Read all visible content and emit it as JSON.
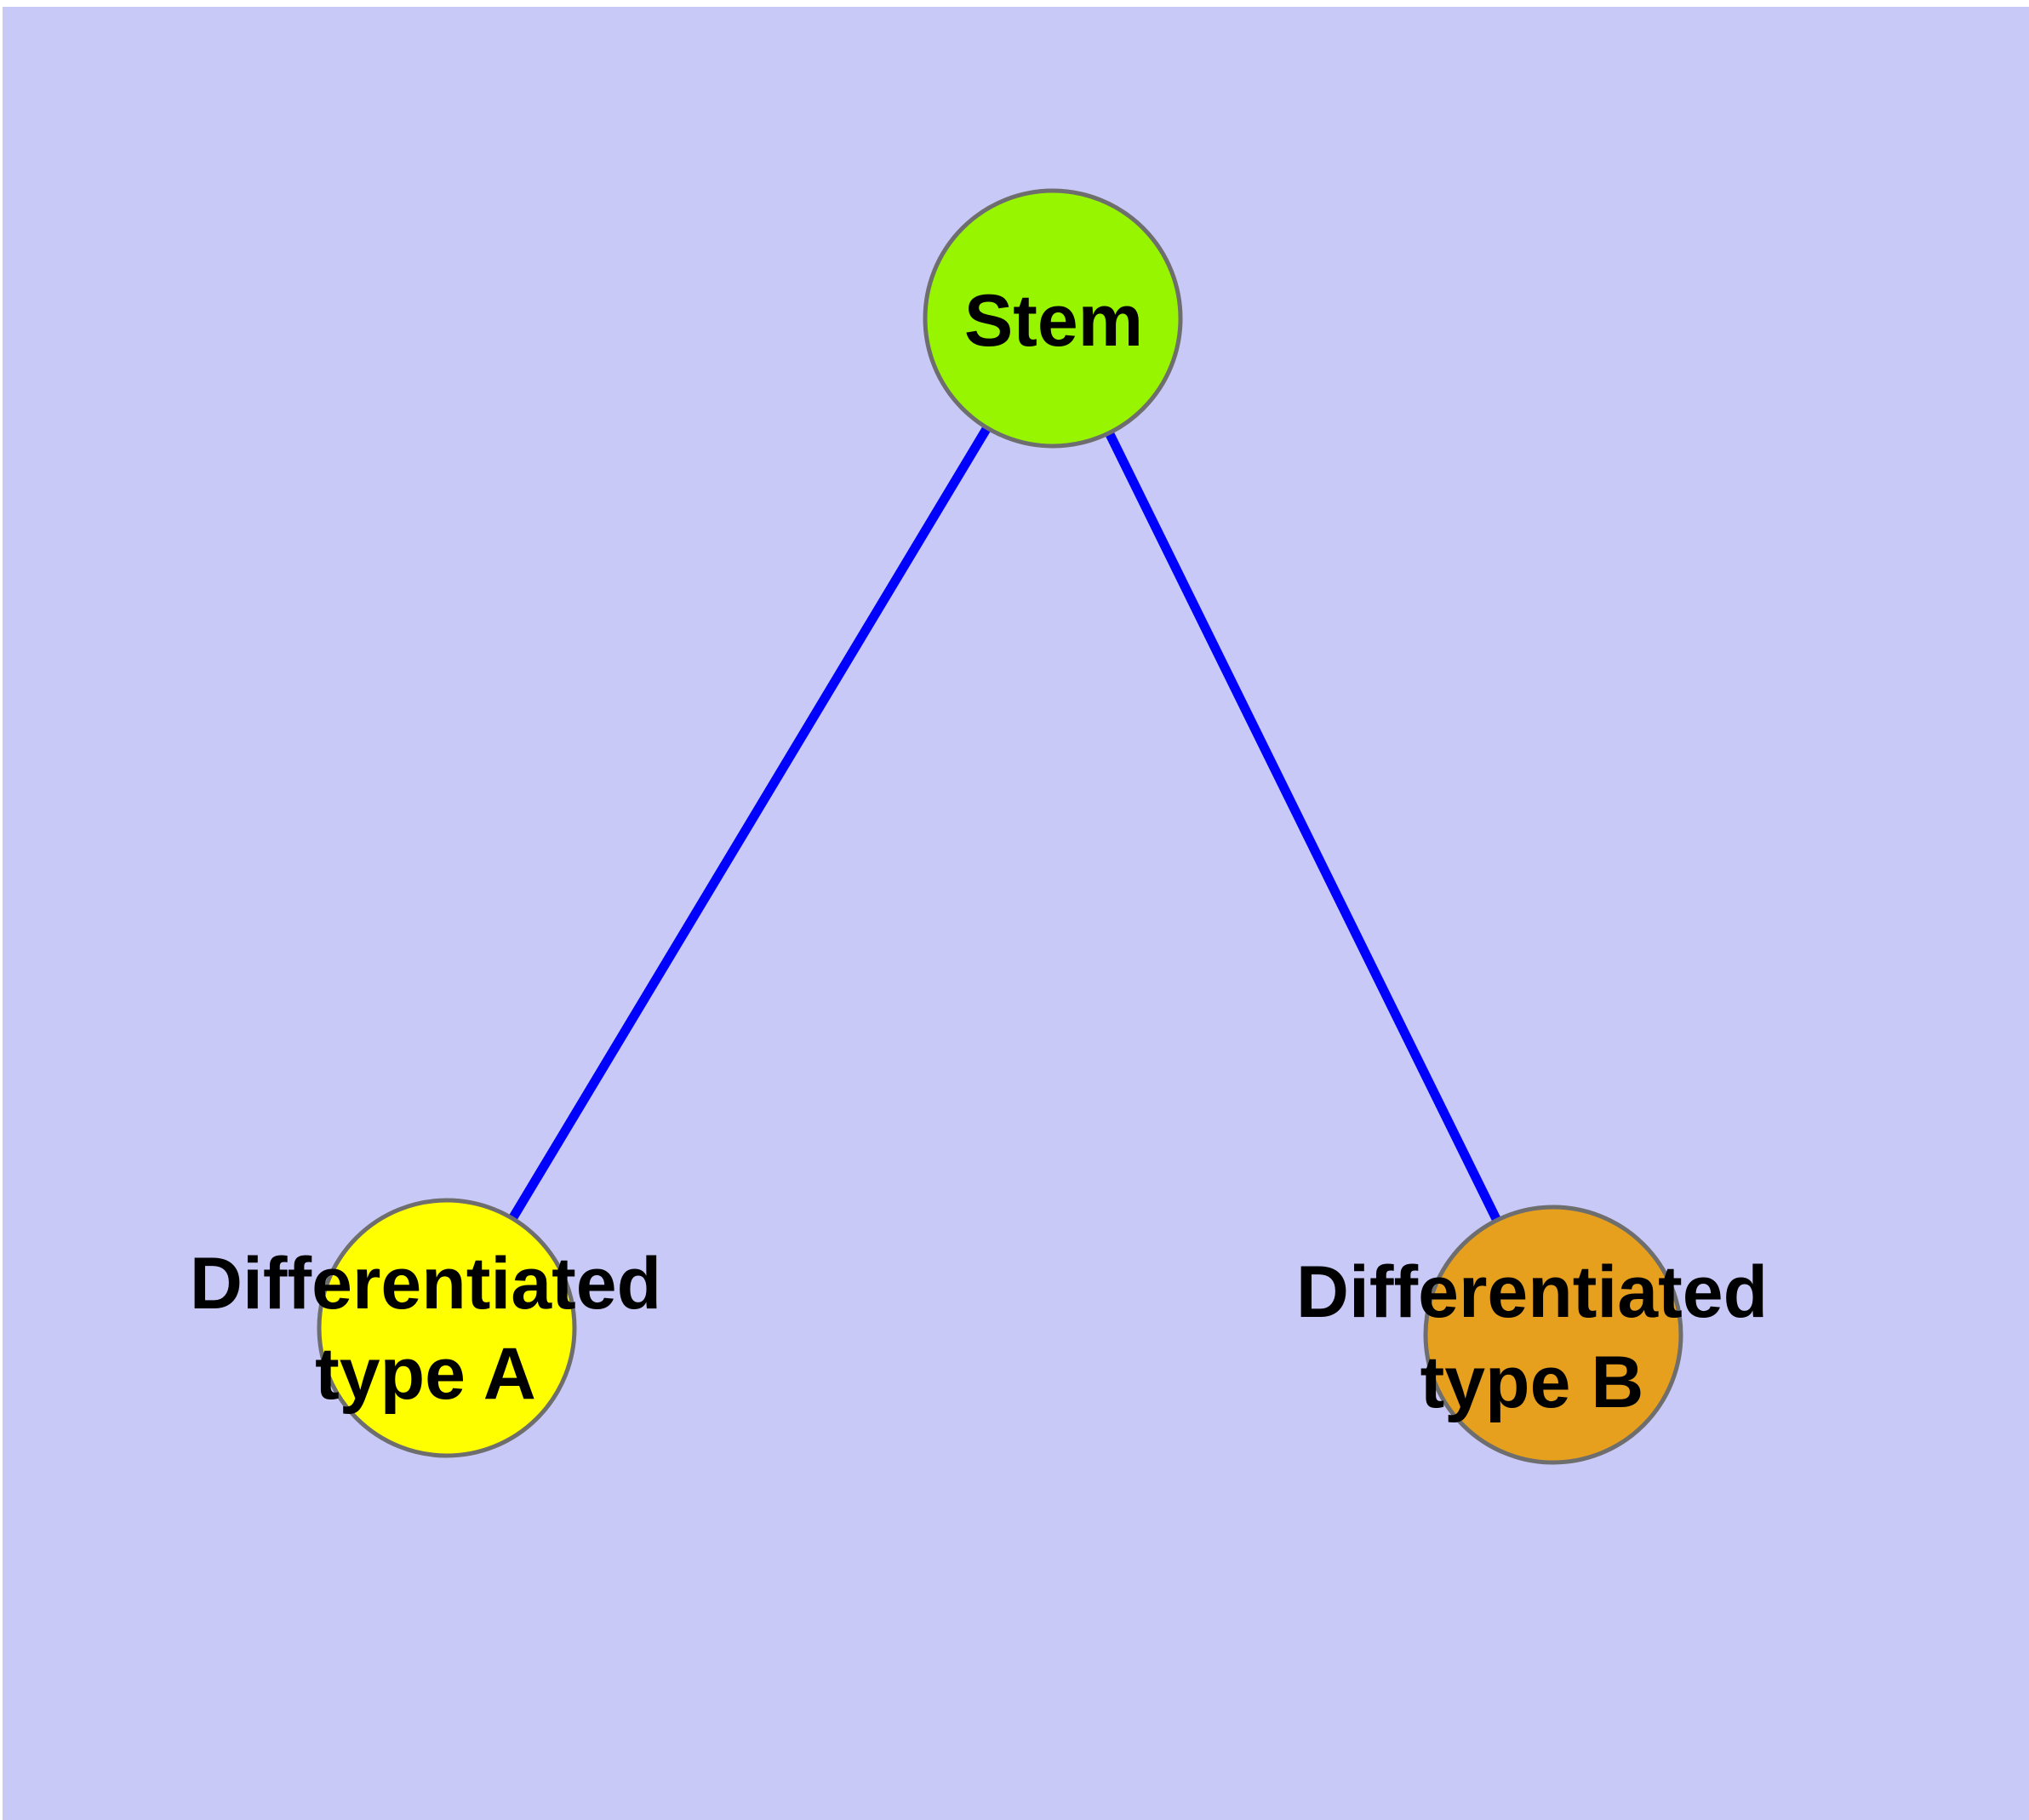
{
  "diagram": {
    "type": "node-link-diagram",
    "background_color": "#C9C9F7",
    "page_margin_color": "#FFFFFF",
    "edge_color": "#0000FF",
    "node_border_color": "#6E6E6E",
    "label_color": "#000000",
    "nodes": {
      "stem": {
        "label": "Stem",
        "fill_color": "#98F500"
      },
      "type_a": {
        "label_line1": "Differentiated",
        "label_line2": "type A",
        "fill_color": "#FFFF00"
      },
      "type_b": {
        "label_line1": "Differentiated",
        "label_line2": "type B",
        "fill_color": "#E6A01E"
      }
    },
    "edges": [
      {
        "from": "Stem",
        "to": "Differentiated type A"
      },
      {
        "from": "Stem",
        "to": "Differentiated type B"
      }
    ]
  }
}
